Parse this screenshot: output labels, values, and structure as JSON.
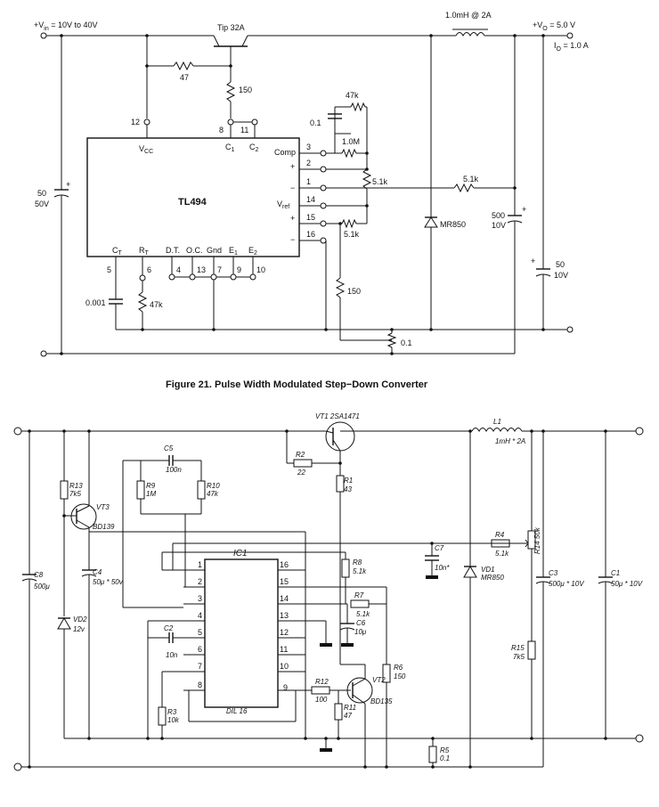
{
  "figure1": {
    "caption": "Figure 21. Pulse Width Modulated Step−Down Converter",
    "vin_label": "+V",
    "vin_sub": "in",
    "vin_range": " = 10V to 40V",
    "vo_label": "+V",
    "vo_sub": "O",
    "vo_value": " = 5.0 V",
    "io_label": "I",
    "io_sub": "O",
    "io_value": " = 1.0 A",
    "transistor": "Tip 32A",
    "inductor": "1.0mH @ 2A",
    "r47": "47",
    "r150_top": "150",
    "r47k": "47k",
    "c01": "0.1",
    "r1m": "1.0M",
    "r51k_a": "5.1k",
    "r51k_b": "5.1k",
    "r51k_c": "5.1k",
    "diode": "MR850",
    "c500": "500",
    "c500_v": "10V",
    "c50_right": "50",
    "c50_right_v": "10V",
    "c50_left": "50",
    "c50_left_v": "50V",
    "c0001": "0.001",
    "rt47k": "47k",
    "r150_low": "150",
    "rsense": "0.1",
    "ic": {
      "name": "TL494",
      "vcc": "V",
      "vcc_sub": "CC",
      "c1": "C",
      "c1_sub": "1",
      "c2": "C",
      "c2_sub": "2",
      "comp": "Comp",
      "vref": "V",
      "vref_sub": "ref",
      "ct": "C",
      "ct_sub": "T",
      "rt": "R",
      "rt_sub": "T",
      "dt": "D.T.",
      "oc": "O.C.",
      "gnd": "Gnd",
      "e1": "E",
      "e1_sub": "1",
      "e2": "E",
      "e2_sub": "2",
      "plus_a": "+",
      "minus_a": "−",
      "plus_b": "+",
      "minus_b": "−",
      "pins": {
        "p12": "12",
        "p8": "8",
        "p11": "11",
        "p3": "3",
        "p2": "2",
        "p1": "1",
        "p14": "14",
        "p15": "15",
        "p16": "16",
        "p5": "5",
        "p6": "6",
        "p4": "4",
        "p13": "13",
        "p7": "7",
        "p9": "9",
        "p10": "10"
      }
    }
  },
  "figure2": {
    "vt1": "VT1  2SA1471",
    "l1": "L1",
    "l1_val": "1mH * 2A",
    "r2": "R2",
    "r2_val": "22",
    "r1": "R1",
    "r1_val": "43",
    "c5": "C5",
    "c5_val": "100n",
    "r9": "R9",
    "r9_val": "1M",
    "r10": "R10",
    "r10_val": "47k",
    "r13": "R13",
    "r13_val": "7k5",
    "vt3": "VT3",
    "vt3_type": "BD139",
    "ic1": "IC1",
    "dil": "DIL 16",
    "c7": "C7",
    "c7_val": "10n*",
    "r4": "R4",
    "r4_val": "5.1k",
    "r14": "R14 50k",
    "r8": "R8",
    "r8_val": "5.1k",
    "c8": "C8",
    "c8_val": "500μ",
    "c4": "C4",
    "c4_val": "50μ * 50v",
    "vd1": "VD1",
    "vd1_type": "MR850",
    "c3": "C3",
    "c3_val": "500μ * 10V",
    "c1": "C1",
    "c1_val": "50μ * 10V",
    "r7": "R7",
    "r7_val": "5.1k",
    "c6": "C6",
    "c6_val": "10μ",
    "vd2": "VD2",
    "vd2_val": "12v",
    "c2": "C2",
    "c2_val": "10n",
    "r6": "R6",
    "r6_val": "150",
    "r12": "R12",
    "r12_val": "100",
    "vt2": "VT2",
    "vt2_type": "BD135",
    "r15": "R15",
    "r15_val": "7k5",
    "r3": "R3",
    "r3_val": "10k",
    "r11": "R11",
    "r11_val": "47",
    "r5": "R5",
    "r5_val": "0.1",
    "pins_left": [
      "1",
      "2",
      "3",
      "4",
      "5",
      "6",
      "7",
      "8"
    ],
    "pins_right": [
      "16",
      "15",
      "14",
      "13",
      "12",
      "11",
      "10",
      "9"
    ]
  }
}
